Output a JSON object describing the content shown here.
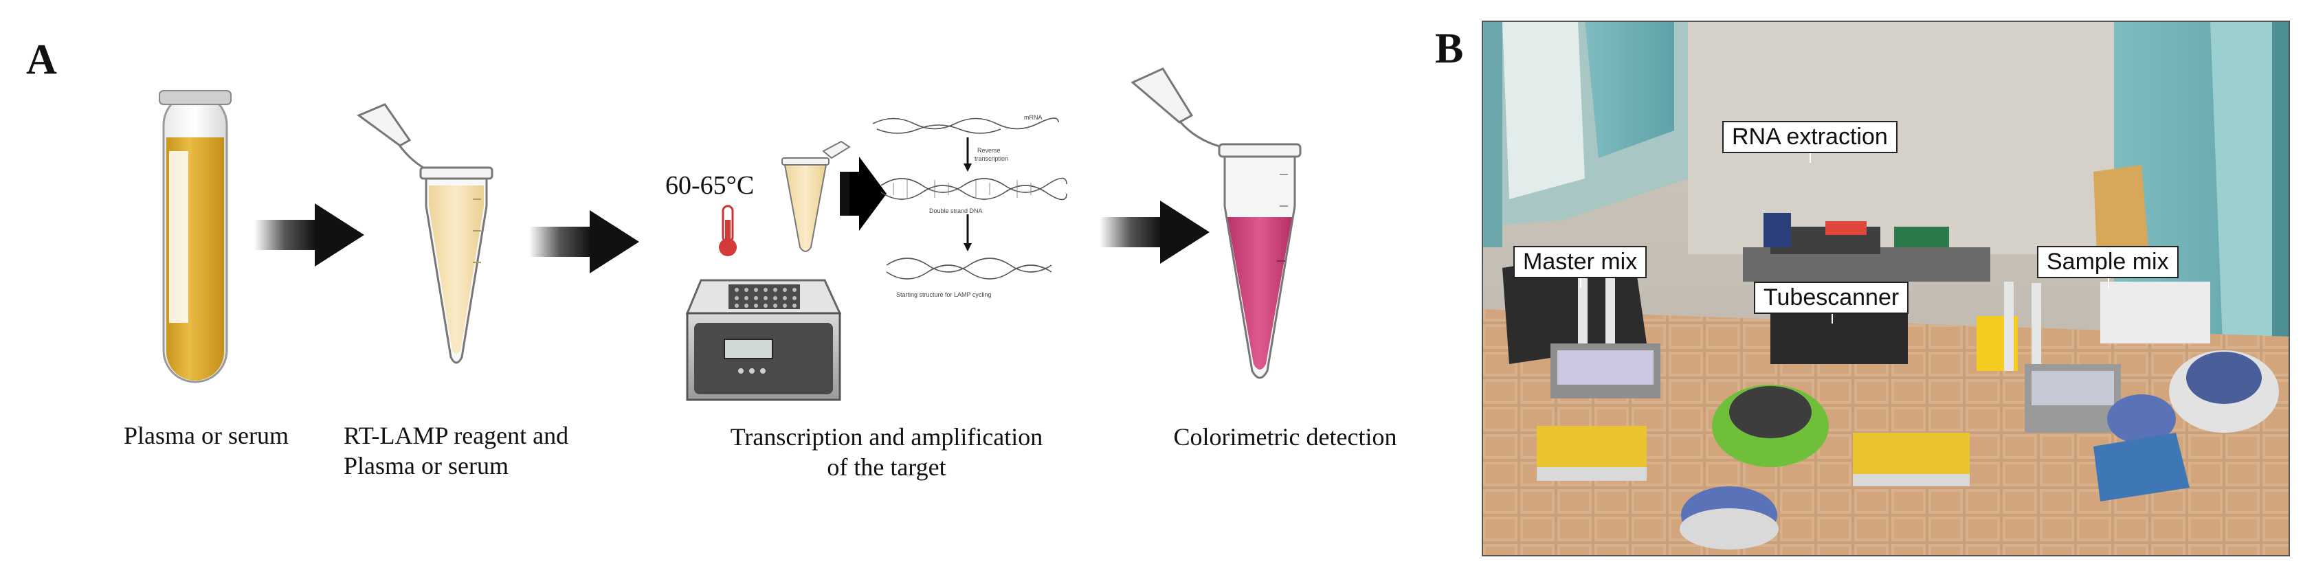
{
  "panels": {
    "a_letter": "A",
    "b_letter": "B"
  },
  "panel_a": {
    "step1_caption": "Plasma or serum",
    "step2_caption_line1": "RT-LAMP reagent and",
    "step2_caption_line2": "Plasma or serum",
    "step3_caption_line1": "Transcription and amplification",
    "step3_caption_line2": "of the target",
    "step4_caption": "Colorimetric detection",
    "temperature": "60-65°C",
    "lamp_diagram": {
      "mrna": "mRNA",
      "reverse_transcription_line1": "Reverse",
      "reverse_transcription_line2": "transcription",
      "double_strand": "Double strand DNA",
      "starting_structure": "Starting structure for LAMP cycling"
    }
  },
  "panel_b": {
    "labels": {
      "rna_extraction": "RNA extraction",
      "master_mix": "Master mix",
      "tubescanner": "Tubescanner",
      "sample_mix": "Sample mix"
    }
  },
  "colors": {
    "plasma": "#E2B23A",
    "reagent": "#F6E2B8",
    "detection_pink": "#D2487E",
    "arrow": "#1a1a1a",
    "heater": "#4a4a4a"
  }
}
